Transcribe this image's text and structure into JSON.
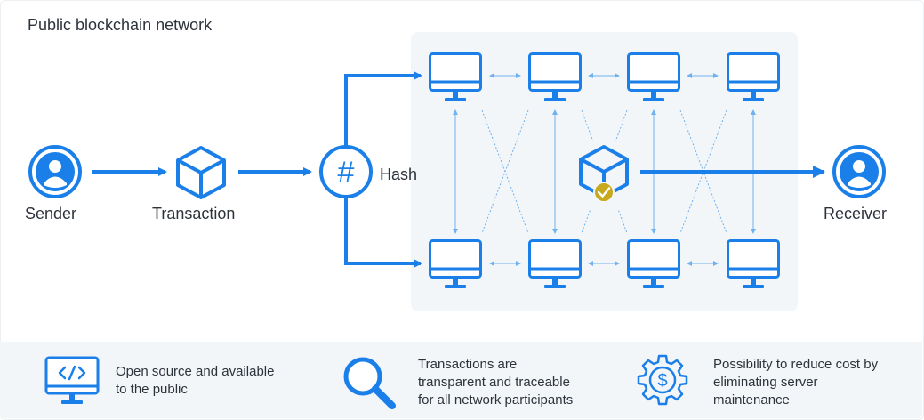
{
  "title": "Public blockchain network",
  "nodes": {
    "sender": "Sender",
    "transaction": "Transaction",
    "hash": "Hash",
    "receiver": "Receiver"
  },
  "features": [
    {
      "icon": "code-monitor-icon",
      "lines": [
        "Open source and available",
        "to the public"
      ]
    },
    {
      "icon": "magnifier-icon",
      "lines": [
        "Transactions are",
        "transparent and traceable",
        "for all network participants"
      ]
    },
    {
      "icon": "dollar-gear-icon",
      "lines": [
        "Possibility to reduce cost by",
        "eliminating server",
        "maintenance"
      ]
    }
  ],
  "colors": {
    "primary": "#1a7fe8",
    "light": "#6fb2f2",
    "check": "#c8a91e",
    "panel": "#f3f6f8"
  }
}
